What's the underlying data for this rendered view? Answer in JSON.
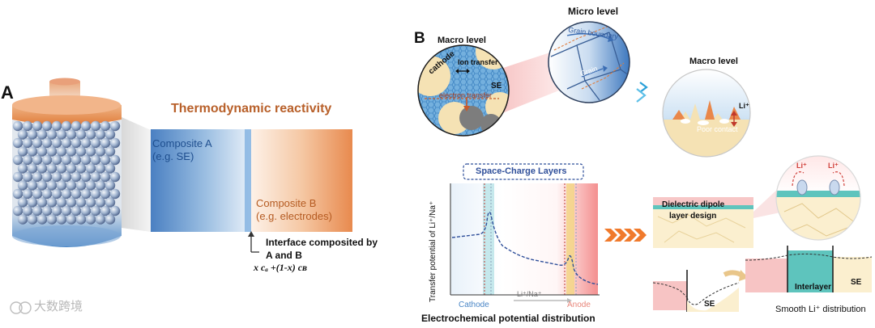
{
  "panel_a": {
    "letter": "A",
    "title": "Thermodynamic reactivity",
    "composite_a_line1": "Composite A",
    "composite_a_line2": "(e.g. SE)",
    "composite_b_line1": "Composite B",
    "composite_b_line2": "(e.g. electrodes)",
    "interface_line1": "Interface composited by",
    "interface_line2": "A and B",
    "formula": "x cₐ +(1-x) cʙ"
  },
  "panel_b": {
    "letter": "B",
    "macro_level_left": "Macro level",
    "micro_level": "Micro level",
    "macro_level_right": "Macro level",
    "cathode": "cathode",
    "ion_transfer": "Ion transfer",
    "se": "SE",
    "electron_transfer": "electron transfer",
    "grain_boundary": "Grain boundary",
    "grain": "Grain",
    "li_plus": "Li⁺",
    "poor_contact": "Poor contact",
    "space_charge_layers": "Space-Charge Layers",
    "y_axis_label": "Transfer potential of Li⁺/Na⁺",
    "cathode_axis": "Cathode",
    "ion_axis": "Li⁺/Na⁺",
    "anode_axis": "Anode",
    "plot_caption": "Electrochemical potential distribution",
    "dielectric_line1": "Dielectric dipole",
    "dielectric_line2": "layer design",
    "li_left": "Li⁺",
    "li_right": "Li⁺",
    "se_bottom": "SE",
    "interlayer": "Interlayer",
    "se_right": "SE",
    "smooth_distribution": "Smooth Li⁺ distribution"
  },
  "watermark": "大数跨境",
  "colors": {
    "accent_orange": "#b8602a",
    "title_blue": "#2d5aa0",
    "composite_blue": "#3b6db3",
    "composite_orange": "#c46a2c",
    "cathode_beige": "#f2deb0",
    "interlayer_teal": "#5ec4bd"
  }
}
